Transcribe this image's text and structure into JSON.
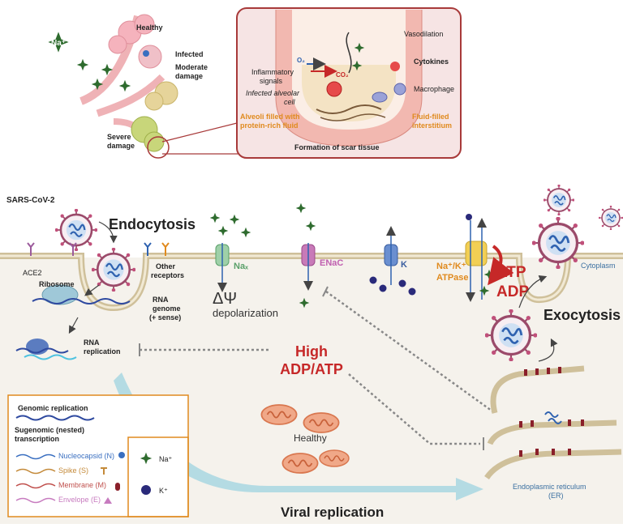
{
  "colors": {
    "red_accent": "#c62828",
    "orange_accent": "#e08a1e",
    "green_plus": "#2e6b2e",
    "lung_pink": "#f3b6b6",
    "membrane_tan": "#d9c9a6",
    "cytoplasm": "#f5f2ec",
    "blue_arrow": "#8ec9d8"
  },
  "top": {
    "na_label": "Na⁺",
    "healthy": "Healthy",
    "infected": "Infected",
    "moderate_damage": "Moderate damage",
    "severe_damage": "Severe damage",
    "inset": {
      "o2": "O₂",
      "co2": "CO₂",
      "vasodilation": "Vasodilation",
      "cytokines": "Cytokines",
      "inflammatory_signals": "Inflammatory signals",
      "infected_alveolar_cell": "Infected alveolar cell",
      "macrophage": "Macrophage",
      "alveoli_fluid": "Alveoli filled with protein-rich fluid",
      "fluid_interstitium": "Fluid-filled interstitium",
      "scar_tissue": "Formation of scar tissue"
    }
  },
  "cell": {
    "sars": "SARS-CoV-2",
    "endocytosis": "Endocytosis",
    "ace2": "ACE2",
    "other_receptors": "Other receptors",
    "ribosome": "Ribosome",
    "rna_genome": "RNA genome (+ sense)",
    "rna_replication": "RNA replication",
    "nax": "Naₓ",
    "delta_psi": "ΔΨ",
    "depolarization": "depolarization",
    "enac": "ENaC",
    "k": "K",
    "na_k_atpase": "Na⁺/K⁺ ATPase",
    "atp": "ATP",
    "adp": "ADP",
    "cytoplasm": "Cytoplasm",
    "exocytosis": "Exocytosis",
    "high_adp_atp": "High ADP/ATP",
    "healthy_mito": "Healthy",
    "er": "Endoplasmic reticulum (ER)",
    "viral_replication": "Viral replication"
  },
  "legend": {
    "genomic": "Genomic replication",
    "subgenomic": "Sugenomic (nested) transcription",
    "items": [
      {
        "label": "Nucleocapsid (N)",
        "color": "#3a6fc0"
      },
      {
        "label": "Spike (S)",
        "color": "#c48a3a"
      },
      {
        "label": "Membrane (M)",
        "color": "#c0504d"
      },
      {
        "label": "Envelope (E)",
        "color": "#c77bbf"
      }
    ],
    "na": "Na⁺",
    "k": "K⁺"
  }
}
